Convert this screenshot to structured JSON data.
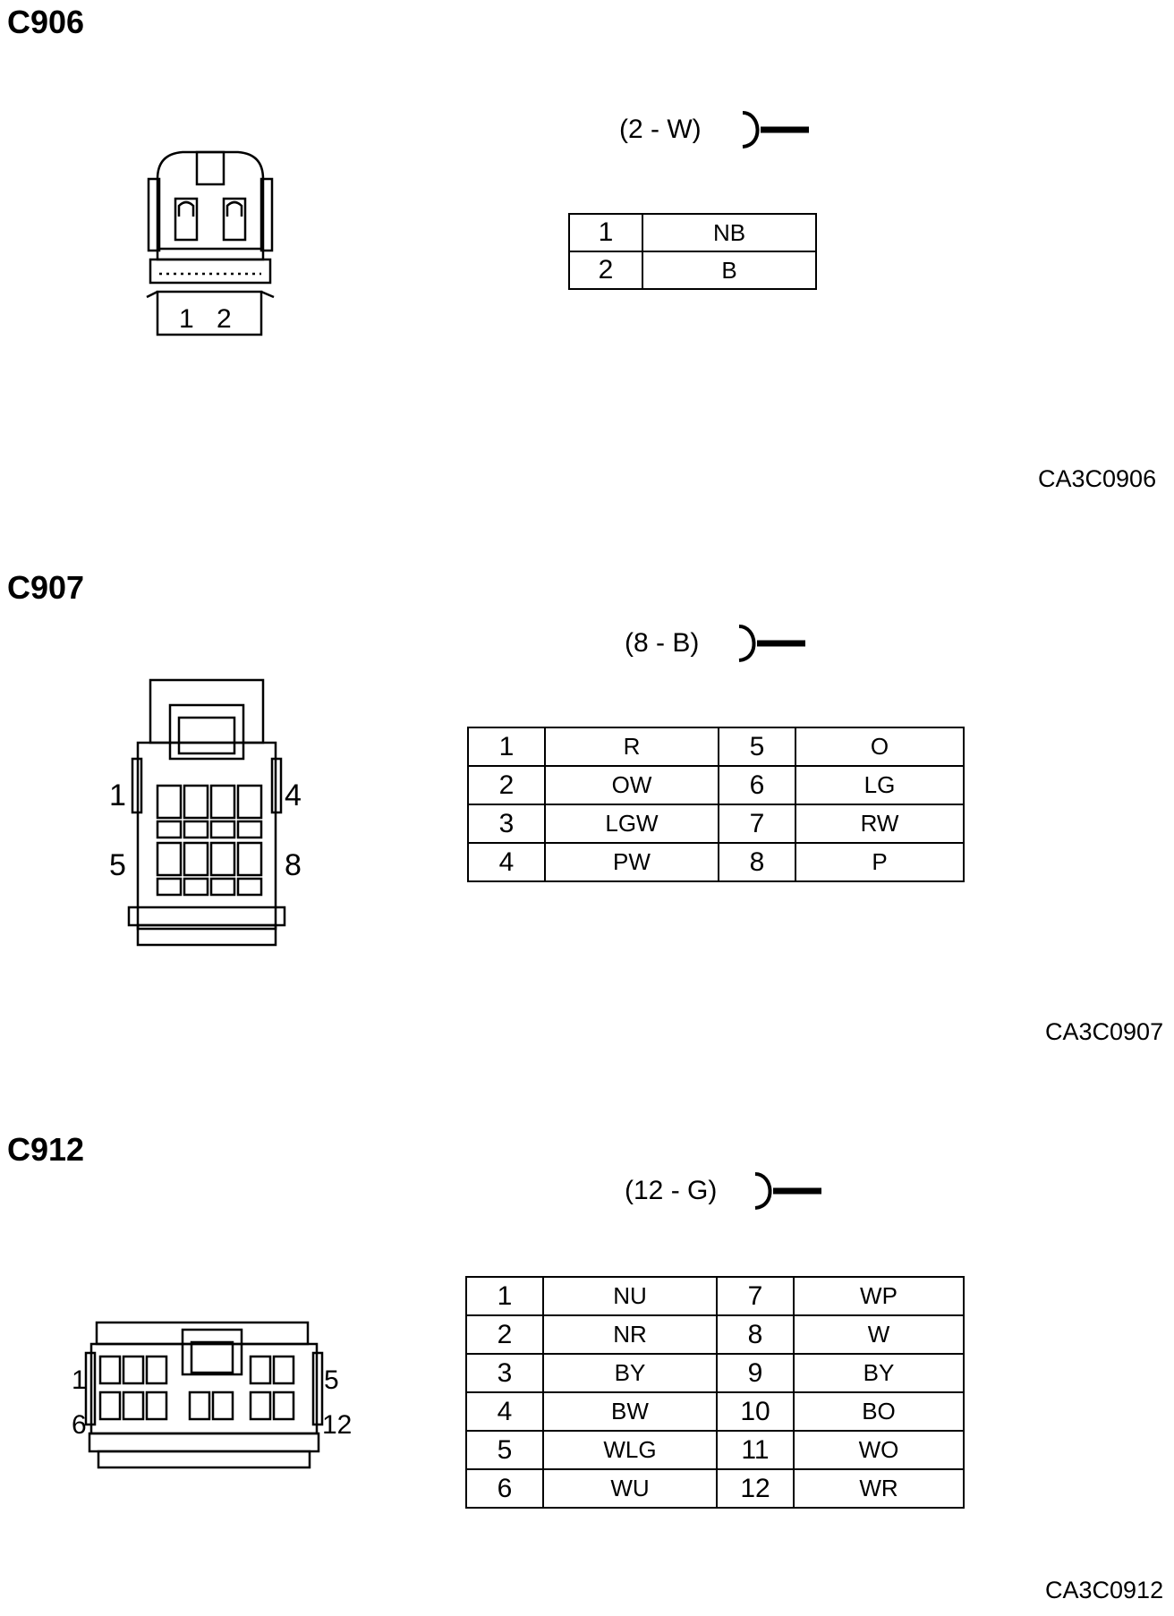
{
  "connectors": [
    {
      "id": "C906",
      "spec": "(2 - W)",
      "ref": "CA3C0906",
      "face_labels": [
        "1",
        "2"
      ],
      "rows": [
        {
          "pin": "1",
          "color": "NB"
        },
        {
          "pin": "2",
          "color": "B"
        }
      ]
    },
    {
      "id": "C907",
      "spec": "(8 - B)",
      "ref": "CA3C0907",
      "face_labels": [
        "1",
        "4",
        "5",
        "8"
      ],
      "rows": [
        {
          "pin_a": "1",
          "color_a": "R",
          "pin_b": "5",
          "color_b": "O"
        },
        {
          "pin_a": "2",
          "color_a": "OW",
          "pin_b": "6",
          "color_b": "LG"
        },
        {
          "pin_a": "3",
          "color_a": "LGW",
          "pin_b": "7",
          "color_b": "RW"
        },
        {
          "pin_a": "4",
          "color_a": "PW",
          "pin_b": "8",
          "color_b": "P"
        }
      ]
    },
    {
      "id": "C912",
      "spec": "(12 - G)",
      "ref": "CA3C0912",
      "face_labels": [
        "1",
        "5",
        "6",
        "12"
      ],
      "rows": [
        {
          "pin_a": "1",
          "color_a": "NU",
          "pin_b": "7",
          "color_b": "WP"
        },
        {
          "pin_a": "2",
          "color_a": "NR",
          "pin_b": "8",
          "color_b": "W"
        },
        {
          "pin_a": "3",
          "color_a": "BY",
          "pin_b": "9",
          "color_b": "BY"
        },
        {
          "pin_a": "4",
          "color_a": "BW",
          "pin_b": "10",
          "color_b": "BO"
        },
        {
          "pin_a": "5",
          "color_a": "WLG",
          "pin_b": "11",
          "color_b": "WO"
        },
        {
          "pin_a": "6",
          "color_a": "WU",
          "pin_b": "12",
          "color_b": "WR"
        }
      ]
    }
  ]
}
